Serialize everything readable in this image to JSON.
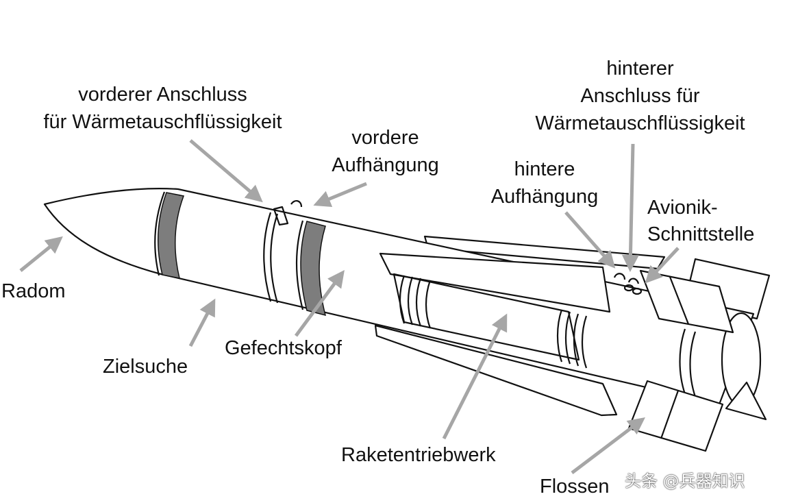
{
  "labels": {
    "radom": "Radom",
    "zielsuche": "Zielsuche",
    "gefechtskopf": "Gefechtskopf",
    "vorderer_anschluss_1": "vorderer Anschluss",
    "vorderer_anschluss_2": "für Wärmetauschflüssigkeit",
    "vordere_aufhaengung_1": "vordere",
    "vordere_aufhaengung_2": "Aufhängung",
    "hintere_aufhaengung_1": "hintere",
    "hintere_aufhaengung_2": "Aufhängung",
    "hinterer_anschluss_1": "hinterer",
    "hinterer_anschluss_2": "Anschluss für",
    "hinterer_anschluss_3": "Wärmetauschflüssigkeit",
    "avionik_1": "Avionik-",
    "avionik_2": "Schnittstelle",
    "raketentriebwerk": "Raketentriebwerk",
    "flossen": "Flossen"
  },
  "watermark": "头条 @兵器知识",
  "colors": {
    "line": "#111111",
    "arrow": "#a6a6a6",
    "band": "#7d7d7d",
    "text": "#111111"
  }
}
